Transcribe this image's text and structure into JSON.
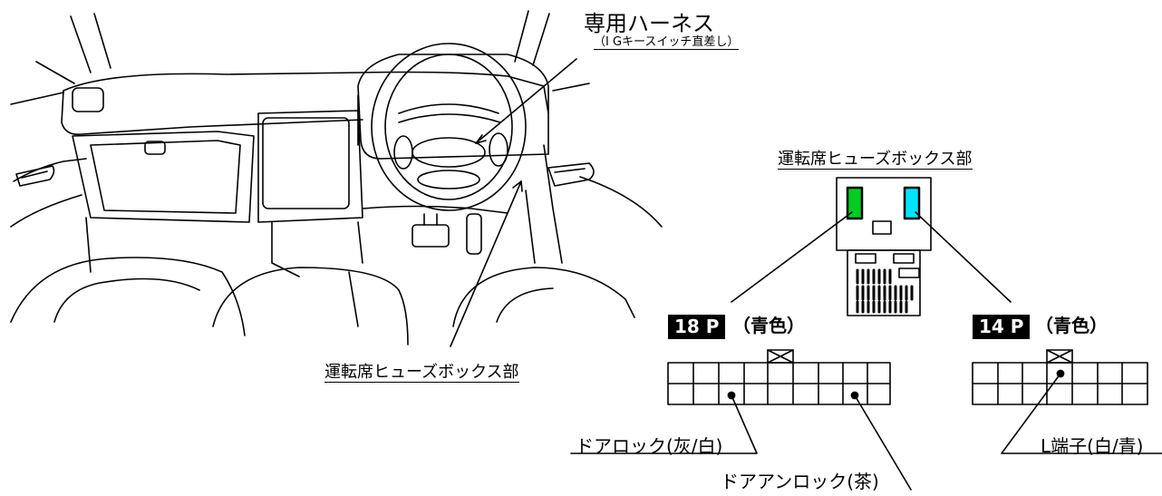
{
  "labels": {
    "harness_title": "専用ハーネス",
    "harness_sub": "（I Gキースイッチ直差し）",
    "fusebox_left": "運転席ヒューズボックス部",
    "fusebox_right": "運転席ヒューズボックス部"
  },
  "connectors": {
    "c18": {
      "tag": "18 P",
      "color_label": "（青色）",
      "color": "#00cc22"
    },
    "c14": {
      "tag": "14 P",
      "color_label": "（青色）",
      "color": "#00e5ff"
    }
  },
  "terminals": {
    "door_lock": "ドアロック(灰/白)",
    "door_unlock": "ドアアンロック(茶)",
    "l_terminal": "L端子(白/青)"
  }
}
